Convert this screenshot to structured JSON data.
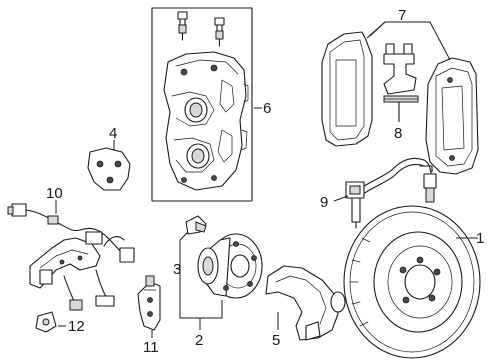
{
  "diagram": {
    "type": "exploded parts diagram",
    "callouts": [
      {
        "id": "c1",
        "label": "1"
      },
      {
        "id": "c2",
        "label": "2"
      },
      {
        "id": "c3",
        "label": "3"
      },
      {
        "id": "c4",
        "label": "4"
      },
      {
        "id": "c5",
        "label": "5"
      },
      {
        "id": "c6",
        "label": "6"
      },
      {
        "id": "c7",
        "label": "7"
      },
      {
        "id": "c8",
        "label": "8"
      },
      {
        "id": "c9",
        "label": "9"
      },
      {
        "id": "c10",
        "label": "10"
      },
      {
        "id": "c11",
        "label": "11"
      },
      {
        "id": "c12",
        "label": "12"
      }
    ]
  }
}
